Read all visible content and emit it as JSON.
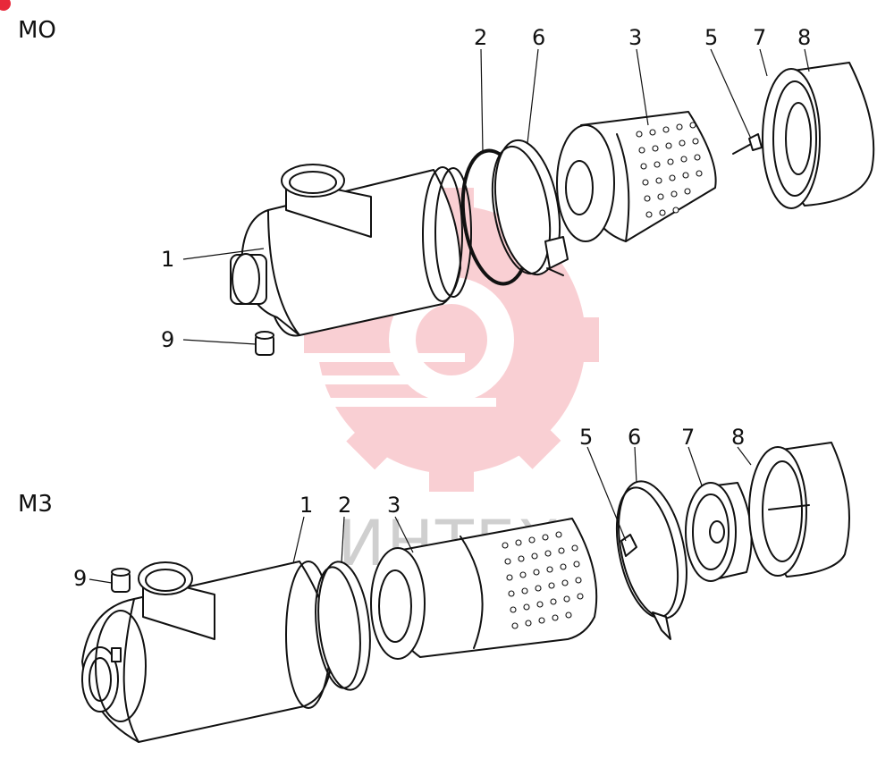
{
  "watermark": {
    "text": "ИНТЕХ",
    "color": "#e8283a"
  },
  "assemblies": [
    {
      "id": "mo",
      "title": "MO",
      "callouts": [
        "1",
        "2",
        "3",
        "5",
        "6",
        "7",
        "8",
        "9"
      ]
    },
    {
      "id": "m3",
      "title": "M3",
      "callouts": [
        "1",
        "2",
        "3",
        "5",
        "6",
        "7",
        "8",
        "9"
      ]
    }
  ]
}
